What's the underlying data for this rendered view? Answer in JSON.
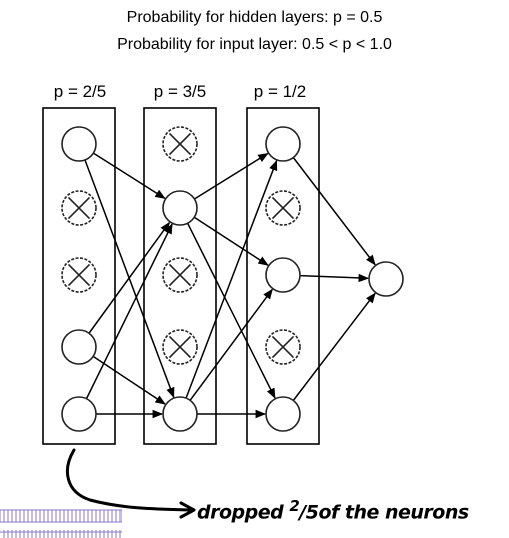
{
  "header": {
    "line1": "Probability for hidden layers: p = 0.5",
    "line2": "Probability for input layer: 0.5 < p < 1.0"
  },
  "layers": [
    {
      "label": "p = 2/5",
      "nodes": [
        "active",
        "dropped",
        "dropped",
        "active",
        "active"
      ]
    },
    {
      "label": "p = 3/5",
      "nodes": [
        "dropped",
        "active",
        "dropped",
        "dropped",
        "active"
      ]
    },
    {
      "label": "p = 1/2",
      "nodes": [
        "active",
        "dropped",
        "active",
        "dropped",
        "active"
      ]
    }
  ],
  "output_nodes": 1,
  "annotation": {
    "prefix": "dropped ",
    "fraction_num": "2",
    "fraction_den": "5",
    "suffix": "of the neurons"
  },
  "colors": {
    "ink": "#000000",
    "node_outline": "#222222",
    "decor_lines": "#8a78c8"
  }
}
